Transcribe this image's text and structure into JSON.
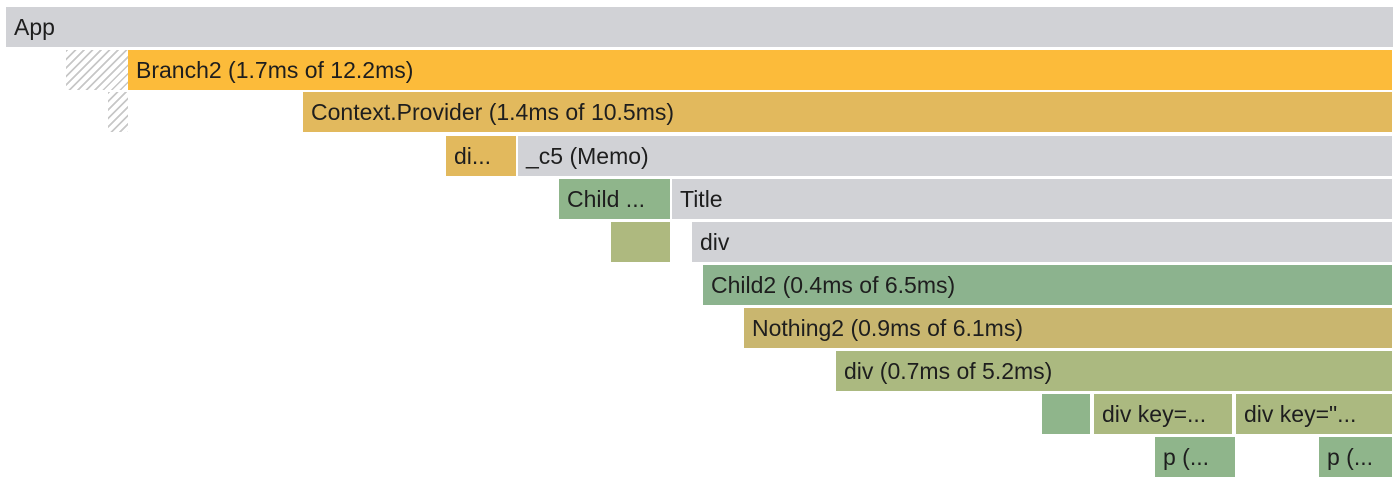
{
  "flamegraph": {
    "nodes": [
      {
        "id": "app",
        "label": "App",
        "color": "#d1d2d6"
      },
      {
        "id": "branch2",
        "label": "Branch2 (1.7ms of 12.2ms)",
        "color": "#fcbb3a"
      },
      {
        "id": "context-provider",
        "label": "Context.Provider (1.4ms of 10.5ms)",
        "color": "#e2b95d"
      },
      {
        "id": "div-truncated",
        "label": "di...",
        "color": "#e2b95d"
      },
      {
        "id": "c5-memo",
        "label": "_c5 (Memo)",
        "color": "#d1d2d6"
      },
      {
        "id": "child-truncated",
        "label": "Child ...",
        "color": "#8fb58b"
      },
      {
        "id": "title",
        "label": "Title",
        "color": "#d1d2d6"
      },
      {
        "id": "child-unlabeled",
        "label": "",
        "color": "#aeb97f"
      },
      {
        "id": "div",
        "label": "div",
        "color": "#d1d2d6"
      },
      {
        "id": "child2",
        "label": "Child2 (0.4ms of 6.5ms)",
        "color": "#8cb38e"
      },
      {
        "id": "nothing2",
        "label": "Nothing2 (0.9ms of 6.1ms)",
        "color": "#c9b66f"
      },
      {
        "id": "div-timed",
        "label": "div (0.7ms of 5.2ms)",
        "color": "#abb980"
      },
      {
        "id": "unlabeled-green",
        "label": "",
        "color": "#8fb58b"
      },
      {
        "id": "div-key-1",
        "label": "div key=...",
        "color": "#abb980"
      },
      {
        "id": "div-key-2",
        "label": "div key=\"...",
        "color": "#abb980"
      },
      {
        "id": "p-1",
        "label": "p (...",
        "color": "#8fb58b"
      },
      {
        "id": "p-2",
        "label": "p (...",
        "color": "#8fb58b"
      }
    ]
  }
}
